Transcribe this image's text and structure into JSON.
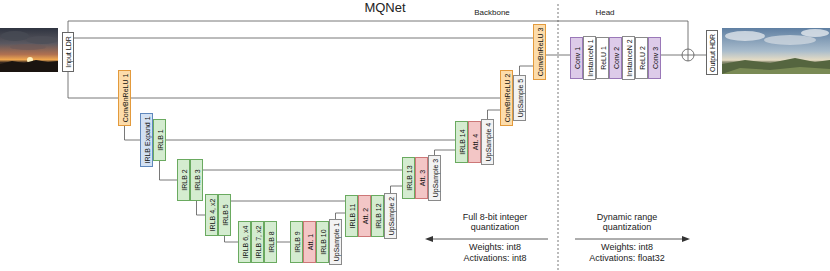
{
  "diagram": {
    "title": "MQNet",
    "nodes": [
      {
        "text": [
          "Input LDR"
        ]
      },
      {
        "text": [
          "ConvBnReLU 1"
        ]
      },
      {
        "text": [
          "IRLB Expand 1"
        ]
      },
      {
        "text": [
          "IRLB 1"
        ]
      },
      {
        "text": [
          "IRLB 2"
        ]
      },
      {
        "text": [
          "IRLB 3"
        ]
      },
      {
        "text": [
          "IRLB 4, x2"
        ]
      },
      {
        "text": [
          "IRLB 5"
        ]
      },
      {
        "text": [
          "IRLB 6, x4"
        ]
      },
      {
        "text": [
          "IRLB 7, x2"
        ]
      },
      {
        "text": [
          "IRLB 8"
        ]
      },
      {
        "text": [
          "IRLB 9"
        ]
      },
      {
        "text": [
          "Att. 1"
        ]
      },
      {
        "text": [
          "IRLB 10"
        ]
      },
      {
        "text": [
          "UpSample 1"
        ]
      },
      {
        "text": [
          "IRLB 11"
        ]
      },
      {
        "text": [
          "Att. 2"
        ]
      },
      {
        "text": [
          "IRLB 12"
        ]
      },
      {
        "text": [
          "UpSample 2"
        ]
      },
      {
        "text": [
          "IRLB 13"
        ]
      },
      {
        "text": [
          "Att. 3"
        ]
      },
      {
        "text": [
          "UpSample 3"
        ]
      },
      {
        "text": [
          "IRLB 14"
        ]
      },
      {
        "text": [
          "Att. 4"
        ]
      },
      {
        "text": [
          "UpSample 4"
        ]
      },
      {
        "text": [
          "ConvBnReLU 2"
        ]
      },
      {
        "text": [
          "UpSample 5"
        ]
      },
      {
        "text": [
          "ConvBnReLU 3"
        ]
      },
      {
        "text": [
          "Conv 1"
        ]
      },
      {
        "text": [
          "InstanceN 1"
        ]
      },
      {
        "text": [
          "ReLU 1"
        ]
      },
      {
        "text": [
          "Conv 2"
        ]
      },
      {
        "text": [
          "InstanceN 2"
        ]
      },
      {
        "text": [
          "ReLU 2"
        ]
      },
      {
        "text": [
          "Conv 3"
        ]
      },
      {
        "text": [
          "Output HDR"
        ]
      }
    ],
    "edges": [
      {
        "from": 0,
        "to": 1,
        "arrow": "none"
      },
      {
        "from": 0,
        "to": 27,
        "arrow": "none"
      },
      {
        "from": 1,
        "to": 2,
        "arrow": "none"
      },
      {
        "from": 1,
        "to": 25,
        "arrow": "none"
      },
      {
        "from": 3,
        "to": 4,
        "arrow": "none"
      },
      {
        "from": 3,
        "to": 22,
        "arrow": "none"
      },
      {
        "from": 5,
        "to": 6,
        "arrow": "none"
      },
      {
        "from": 5,
        "to": 19,
        "arrow": "none"
      },
      {
        "from": 7,
        "to": 8,
        "arrow": "none"
      },
      {
        "from": 7,
        "to": 15,
        "arrow": "none"
      },
      {
        "from": 10,
        "to": 11,
        "arrow": "none"
      },
      {
        "from": 14,
        "to": 15,
        "arrow": "none"
      },
      {
        "from": 18,
        "to": 19,
        "arrow": "none"
      },
      {
        "from": 21,
        "to": 22,
        "arrow": "none"
      },
      {
        "from": 24,
        "to": 25,
        "arrow": "none"
      },
      {
        "from": 26,
        "to": 27,
        "arrow": "none"
      },
      {
        "from": 27,
        "to": 28,
        "arrow": "none"
      }
    ],
    "labels": [
      "Backbone",
      "Head",
      "Full 8-bit integer quantization",
      "Weights: int8",
      "Activations: int8",
      "Dynamic range quantization",
      "Weights: int8",
      "Activations: float32"
    ]
  }
}
